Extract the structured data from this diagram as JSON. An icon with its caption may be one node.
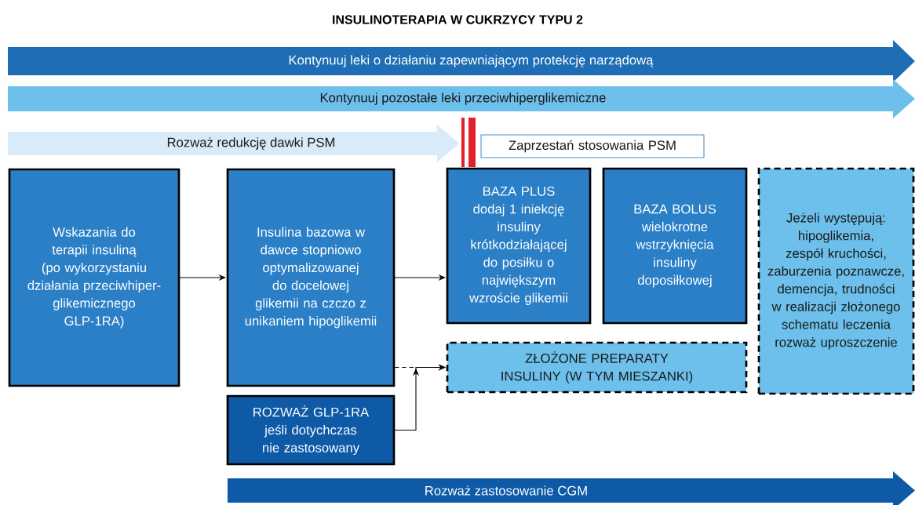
{
  "diagram": {
    "title": "INSULINOTERAPIA W CUKRZYCY TYPU 2",
    "nodes": [
      {
        "text": [
          "Kontynuuj leki o działaniu zapewniającym protekcję narządową"
        ]
      },
      {
        "text": [
          "Kontynuuj pozostałe leki przeciwhiperglikemiczne"
        ]
      },
      {
        "text": [
          "Rozważ redukcję dawki PSM"
        ]
      },
      {
        "text": [
          "Zaprzestań stosowania PSM"
        ]
      },
      {
        "text": [
          "Wskazania do terapii insuliną (po wykorzystaniu działania przeciwhiper-glikemicznego GLP-1RA)"
        ]
      },
      {
        "text": [
          "Insulina bazowa w dawce stopniowo optymalizowanej do docelowej glikemii na czczo z unikaniem hipoglikemii"
        ]
      },
      {
        "text": [
          "ROZWAŻ GLP-1RA",
          "jeśli dotychczas nie zastosowany"
        ]
      },
      {
        "text": [
          "BAZA PLUS",
          "dodaj 1 iniekcję insuliny krótkodziałającej do posiłku o największym wzroście glikemii"
        ]
      },
      {
        "text": [
          "BAZA BOLUS",
          "wielokrotne wstrzyknięcia insuliny doposiłkowej"
        ]
      },
      {
        "text": [
          "ZŁOŻONE PREPARATY INSULINY (W TYM MIESZANKI)"
        ]
      },
      {
        "text": [
          "Jeżeli występują: hipoglikemia, zespół kruchości, zaburzenia poznawcze, demencja, trudności w realizacji złożonego schematu leczenia rozważ uproszczenie"
        ]
      },
      {
        "text": [
          "Rozważ zastosowanie CGM"
        ]
      }
    ],
    "edges": [
      {
        "from": 4,
        "to": 5,
        "arrow": "to"
      },
      {
        "from": 5,
        "to": 7,
        "arrow": "to"
      },
      {
        "from": 5,
        "to": 9,
        "arrow": "to",
        "style": "dashed"
      },
      {
        "from": 6,
        "to": 9,
        "arrow": "to"
      }
    ]
  }
}
